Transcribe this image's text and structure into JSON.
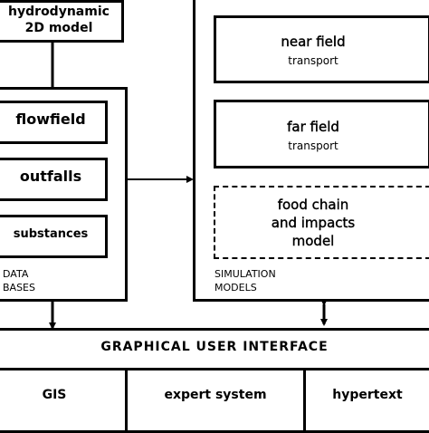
{
  "hydro": {
    "line1": "hydrodynamic",
    "line2": "2D model"
  },
  "databases": {
    "items": [
      "flowfield",
      "outfalls",
      "substances"
    ],
    "label_line1": "DATA",
    "label_line2": "BASES"
  },
  "simulation": {
    "near": {
      "line1": "near field",
      "line2": "transport"
    },
    "far": {
      "line1": "far field",
      "line2": "transport"
    },
    "food": {
      "line1": "food chain",
      "line2": "and impacts",
      "line3": "model"
    },
    "label_line1": "SIMULATION",
    "label_line2": "MODELS"
  },
  "gui": {
    "title": "GRAPHICAL USER INTERFACE",
    "modules": [
      "GIS",
      "expert system",
      "hypertext"
    ]
  }
}
